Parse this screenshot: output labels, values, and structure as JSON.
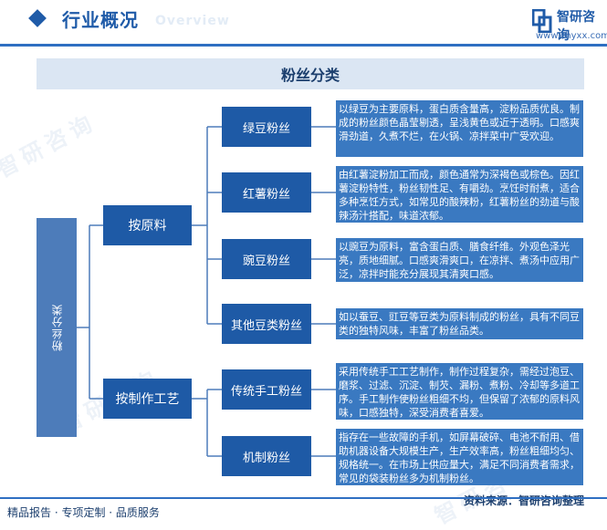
{
  "header": {
    "section_title": "行业概况",
    "section_title_en": "Overview",
    "brand_name": "智研咨询",
    "brand_url": "www.chyxx.com"
  },
  "diagram": {
    "title": "粉丝分类",
    "root": "粉丝分类",
    "categories": [
      {
        "label": "按原料",
        "items": [
          {
            "label": "绿豆粉丝",
            "desc": "以绿豆为主要原料，蛋白质含量高，淀粉品质优良。制成的粉丝颜色晶莹剔透，呈浅黄色或近于透明。口感爽滑劲道，久煮不烂，在火锅、凉拌菜中广受欢迎。"
          },
          {
            "label": "红薯粉丝",
            "desc": "由红薯淀粉加工而成，颜色通常为深褐色或棕色。因红薯淀粉特性，粉丝韧性足、有嚼劲。烹饪时耐煮，适合多种烹饪方式，如常见的酸辣粉，红薯粉丝的劲道与酸辣汤汁搭配，味道浓郁。"
          },
          {
            "label": "豌豆粉丝",
            "desc": "以豌豆为原料，富含蛋白质、膳食纤维。外观色泽光亮，质地细腻。口感爽滑爽口，在凉拌、煮汤中应用广泛，凉拌时能充分展现其清爽口感。"
          },
          {
            "label": "其他豆类粉丝",
            "desc": "如以蚕豆、豇豆等豆类为原料制成的粉丝，具有不同豆类的独特风味，丰富了粉丝品类。"
          }
        ]
      },
      {
        "label": "按制作工艺",
        "items": [
          {
            "label": "传统手工粉丝",
            "desc": "采用传统手工工艺制作，制作过程复杂，需经过泡豆、磨浆、过滤、沉淀、制芡、漏粉、煮粉、冷却等多道工序。手工制作使粉丝粗细不均，但保留了浓郁的原料风味，口感独特，深受消费者喜爱。"
          },
          {
            "label": "机制粉丝",
            "desc": "指存在一些故障的手机，如屏幕破碎、电池不耐用、借助机器设备大规模生产，生产效率高，粉丝粗细均匀、规格统一。在市场上供应量大，满足不同消费者需求，常见的袋装粉丝多为机制粉丝。"
          }
        ]
      }
    ]
  },
  "footer": {
    "left_text": "精品报告 · 专项定制 · 品质服务",
    "source_text": "资料来源：智研咨询整理"
  },
  "colors": {
    "primary": "#1e5aa6",
    "desc_bg": "#3a79c1",
    "root_bg": "#4d7cba",
    "title_bg": "#dbe6f3"
  }
}
